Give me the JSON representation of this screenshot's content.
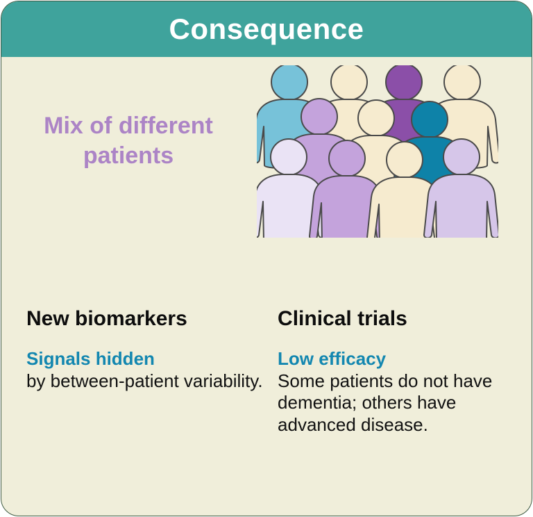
{
  "card": {
    "background": "#F0EEDA",
    "border_color": "#3F5B43"
  },
  "header": {
    "title": "Consequence",
    "background": "#3FA39C",
    "text_color": "#FFFFFF"
  },
  "illustration": {
    "label": "Mix of different\npatients",
    "label_line1": "Mix of different",
    "label_line2": "patients",
    "label_color": "#AC84C6",
    "icon_name": "crowd-of-people-illustration",
    "figure_count": 11,
    "palette": {
      "light_blue": "#77C2D9",
      "dark_teal": "#0E82A8",
      "dark_purple": "#8B4FA8",
      "mid_lavender": "#C4A3DC",
      "light_lavender": "#D6C6E9",
      "pale_lavender": "#EAE3F5",
      "cream": "#F6EBCF",
      "outline": "#4A4A4A"
    },
    "rows": [
      {
        "name": "back-row",
        "figures": [
          {
            "name": "figure-back-1",
            "color": "#77C2D9"
          },
          {
            "name": "figure-back-2",
            "color": "#F6EBCF"
          },
          {
            "name": "figure-back-3",
            "color": "#8B4FA8"
          },
          {
            "name": "figure-back-4",
            "color": "#F6EBCF"
          }
        ]
      },
      {
        "name": "middle-row",
        "figures": [
          {
            "name": "figure-mid-1",
            "color": "#C4A3DC"
          },
          {
            "name": "figure-mid-2",
            "color": "#F6EBCF"
          },
          {
            "name": "figure-mid-3",
            "color": "#0E82A8"
          }
        ]
      },
      {
        "name": "front-row",
        "figures": [
          {
            "name": "figure-front-1",
            "color": "#EAE3F5"
          },
          {
            "name": "figure-front-2",
            "color": "#C4A3DC"
          },
          {
            "name": "figure-front-3",
            "color": "#F6EBCF"
          },
          {
            "name": "figure-front-4",
            "color": "#D6C6E9"
          }
        ]
      }
    ]
  },
  "columns": [
    {
      "heading": "New biomarkers",
      "lead": "Signals hidden",
      "body": "by between-patient variability.",
      "lead_color": "#1387B0"
    },
    {
      "heading": "Clinical trials",
      "lead": "Low efficacy",
      "body": "Some patients do not have dementia; others have advanced disease.",
      "lead_color": "#1387B0"
    }
  ]
}
